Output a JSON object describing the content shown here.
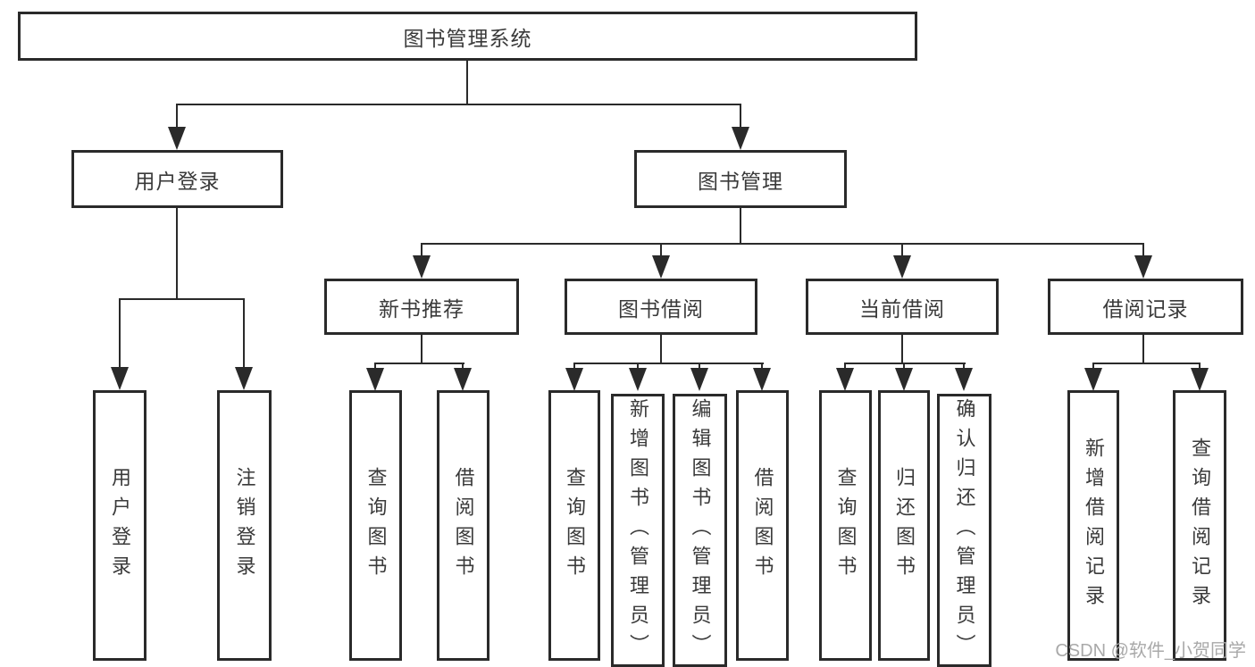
{
  "tree": {
    "label": "图书管理系统",
    "children": [
      {
        "label": "用户登录",
        "children": [
          {
            "label": "用户登录"
          },
          {
            "label": "注销登录"
          }
        ]
      },
      {
        "label": "图书管理",
        "children": [
          {
            "label": "新书推荐",
            "children": [
              {
                "label": "查询图书"
              },
              {
                "label": "借阅图书"
              }
            ]
          },
          {
            "label": "图书借阅",
            "children": [
              {
                "label": "查询图书"
              },
              {
                "label": "新增图书（管理员）"
              },
              {
                "label": "编辑图书（管理员）"
              },
              {
                "label": "借阅图书"
              }
            ]
          },
          {
            "label": "当前借阅",
            "children": [
              {
                "label": "查询图书"
              },
              {
                "label": "归还图书"
              },
              {
                "label": "确认归还（管理员）"
              }
            ]
          },
          {
            "label": "借阅记录",
            "children": [
              {
                "label": "新增借阅记录"
              },
              {
                "label": "查询借阅记录"
              }
            ]
          }
        ]
      }
    ]
  },
  "watermark": {
    "text": "CSDN @软件_小贺同学"
  },
  "colors": {
    "line": "#2a2a2a",
    "text": "#3a3a3a",
    "watermark": "#a9a9a9",
    "background": "#ffffff"
  }
}
